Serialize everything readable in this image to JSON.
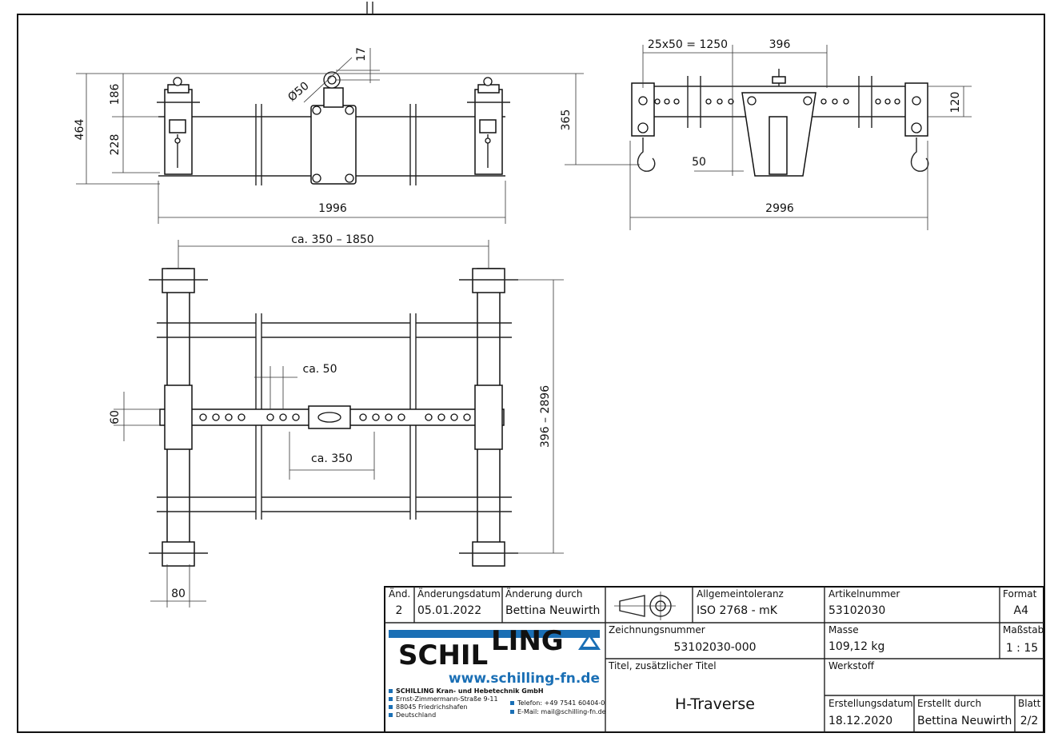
{
  "dimensions": {
    "side_view": {
      "height_total": "464",
      "upper": "186",
      "lower": "228",
      "eye_thickness": "17",
      "eye_diameter": "Ø50",
      "width": "1996"
    },
    "front_view": {
      "pitch": "25x50 = 1250",
      "offset": "396",
      "hook_height": "365",
      "beam_height": "120",
      "step": "50",
      "width": "2996"
    },
    "plan_view": {
      "spread": "ca. 350 – 1850",
      "hole_pitch": "ca. 50",
      "center_spread": "ca. 350",
      "beam_width": "60",
      "leg_width": "80",
      "range": "396 – 2896"
    }
  },
  "title_block": {
    "headers": {
      "rev": "Änd.",
      "change_date": "Änderungsdatum",
      "change_by": "Änderung durch",
      "tolerance": "Allgemeintoleranz",
      "article": "Artikelnummer",
      "format": "Format",
      "drawing_no": "Zeichnungsnummer",
      "mass": "Masse",
      "scale": "Maßstab",
      "title": "Titel, zusätzlicher Titel",
      "material": "Werkstoff",
      "created_date": "Erstellungsdatum",
      "created_by": "Erstellt durch",
      "sheet": "Blatt"
    },
    "values": {
      "rev": "2",
      "change_date": "05.01.2022",
      "change_by": "Bettina Neuwirth",
      "tolerance": "ISO 2768 - mK",
      "article": "53102030",
      "format": "A4",
      "drawing_no": "53102030-000",
      "mass": "109,12 kg",
      "scale": "1 : 15",
      "title": "H-Traverse",
      "material": "",
      "created_date": "18.12.2020",
      "created_by": "Bettina Neuwirth",
      "sheet": "2/2"
    },
    "company": {
      "logo_left": "SCHIL",
      "logo_right": "LING",
      "website": "www.schilling-fn.de",
      "name": "SCHILLING Kran- und Hebetechnik GmbH",
      "street": "Ernst-Zimmermann-Straße 9-11",
      "city": "88045 Friedrichshafen",
      "country": "Deutschland",
      "phone": "Telefon: +49 7541 60404-0",
      "email": "E-Mail: mail@schilling-fn.de"
    },
    "colors": {
      "brand_blue": "#1a6fb5",
      "text": "#111111"
    }
  }
}
